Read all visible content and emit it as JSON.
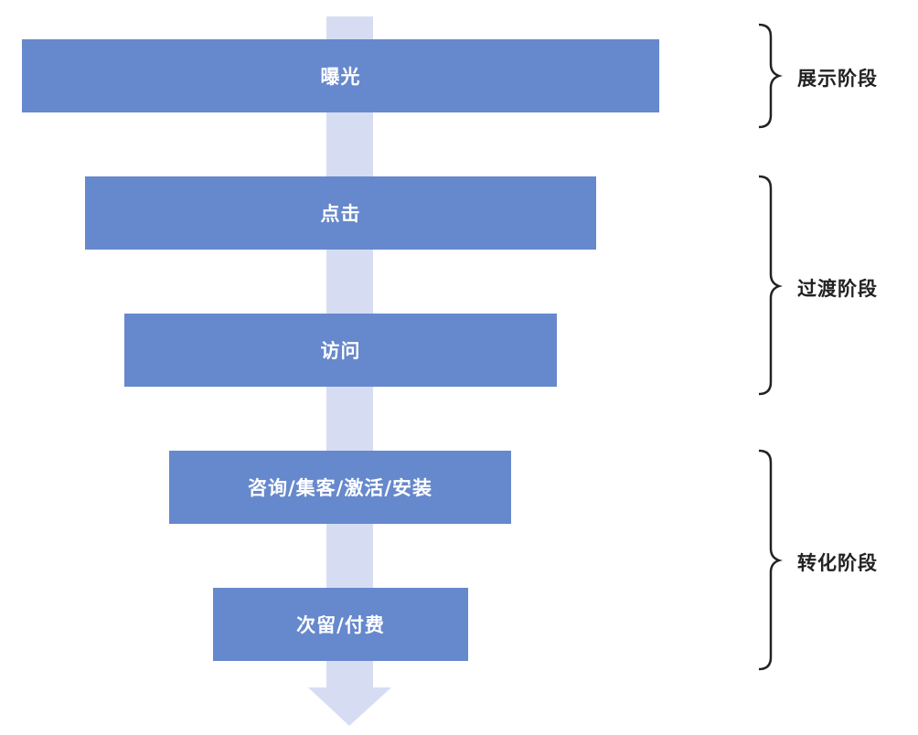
{
  "colors": {
    "bar": "#6688cc",
    "arrow": "#cfd7f1",
    "bracket": "#222222",
    "label": "#222222"
  },
  "funnel": [
    {
      "label": "曝光"
    },
    {
      "label": "点击"
    },
    {
      "label": "访问"
    },
    {
      "label": "咨询/集客/激活/安装"
    },
    {
      "label": "次留/付费"
    }
  ],
  "stages": [
    {
      "label": "展示阶段"
    },
    {
      "label": "过渡阶段"
    },
    {
      "label": "转化阶段"
    }
  ]
}
